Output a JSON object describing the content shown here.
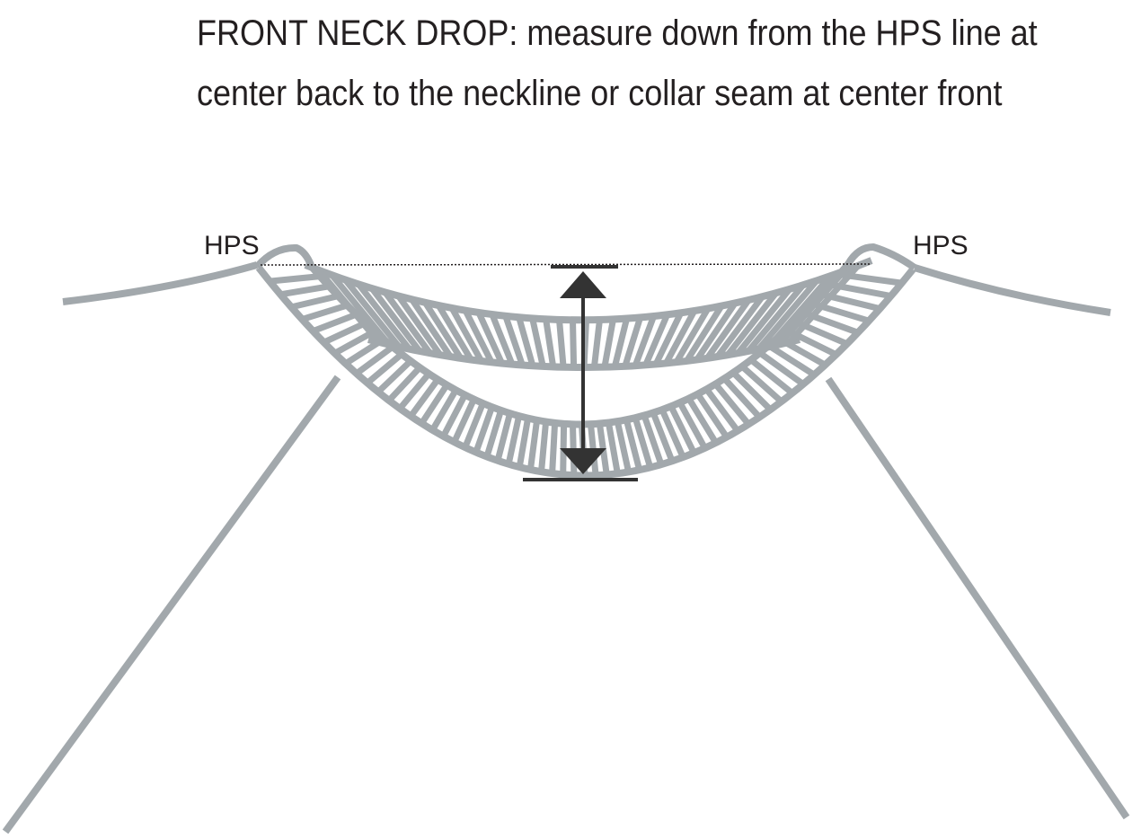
{
  "title": {
    "line1": "FRONT NECK DROP:  measure down from the HPS line at",
    "line2": "center back to the neckline or collar seam at center front"
  },
  "labels": {
    "hps_left": "HPS",
    "hps_right": "HPS"
  },
  "colors": {
    "garment": "#a2a8ac",
    "ink": "#231f20",
    "arrow": "#333333",
    "background": "#ffffff"
  }
}
